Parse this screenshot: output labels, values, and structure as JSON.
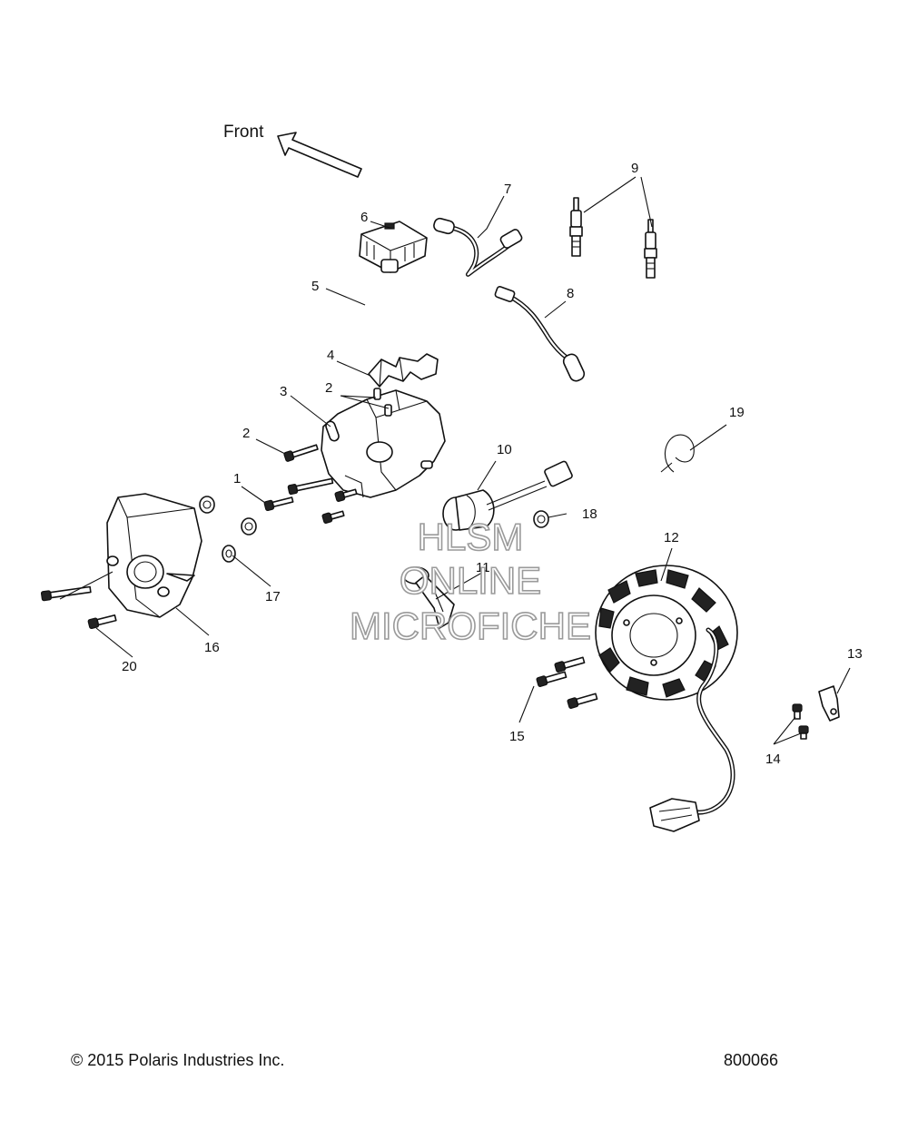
{
  "front_label": "Front",
  "callouts": [
    "1",
    "2",
    "2",
    "3",
    "4",
    "5",
    "6",
    "7",
    "8",
    "9",
    "10",
    "11",
    "12",
    "13",
    "14",
    "15",
    "16",
    "17",
    "18",
    "19",
    "20"
  ],
  "watermark": [
    "HLSM",
    "ONLINE",
    "MICROFICHE"
  ],
  "footer": {
    "copyright": "© 2015 Polaris Industries Inc.",
    "figure_number": "800066"
  }
}
